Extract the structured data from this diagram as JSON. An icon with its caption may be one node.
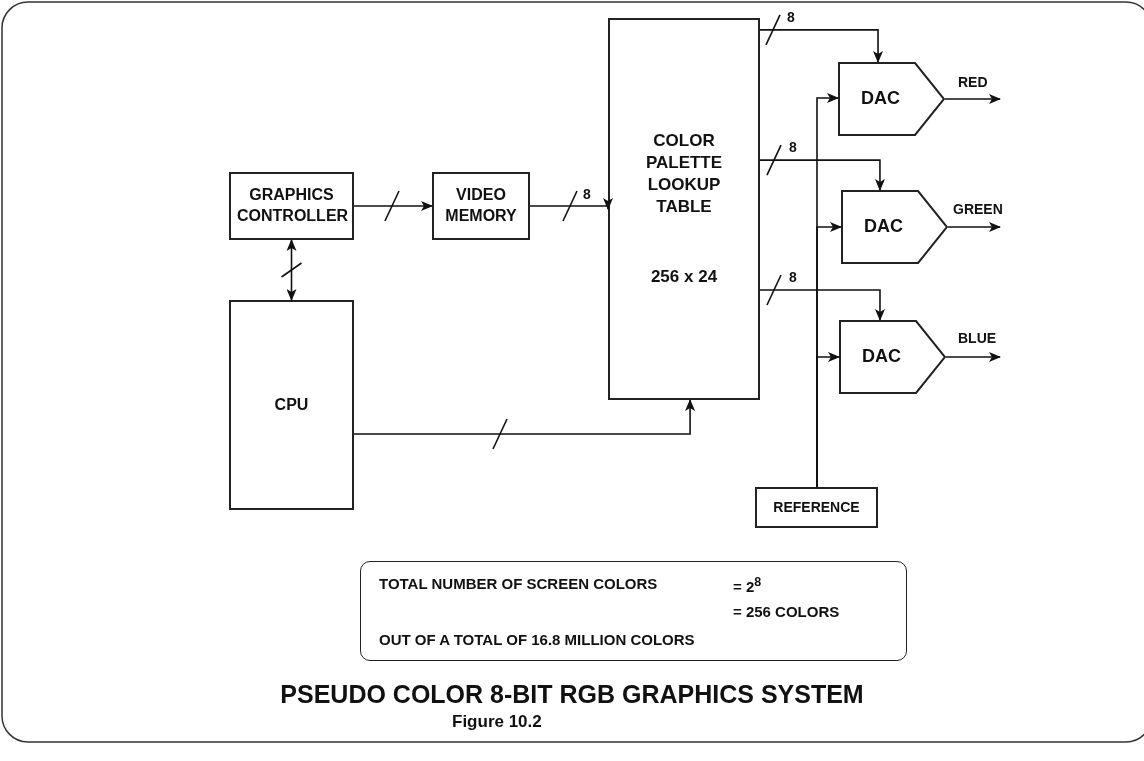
{
  "diagram": {
    "title": "PSEUDO COLOR 8-BIT RGB GRAPHICS SYSTEM",
    "caption": "Figure 10.2",
    "nodes": [
      {
        "text": [
          "GRAPHICS CONTROLLER"
        ]
      },
      {
        "text": [
          "VIDEO MEMORY"
        ]
      },
      {
        "text": [
          "COLOR PALETTE LOOKUP TABLE",
          "256 x 24"
        ]
      },
      {
        "text": [
          "CPU"
        ]
      },
      {
        "text": [
          "DAC"
        ]
      },
      {
        "text": [
          "DAC"
        ]
      },
      {
        "text": [
          "DAC"
        ]
      },
      {
        "text": [
          "REFERENCE"
        ]
      },
      {
        "text": [
          "TOTAL NUMBER OF SCREEN COLORS",
          "= 2$^{8}$",
          "= 256 COLORS",
          "OUT OF A TOTAL OF 16.8 MILLION COLORS"
        ]
      }
    ],
    "edges": [
      {
        "from": 0,
        "to": 1,
        "arrow": "to"
      },
      {
        "from": 1,
        "to": 2,
        "arrow": "to",
        "label": "8"
      },
      {
        "from": 0,
        "to": 3,
        "arrow": "both"
      },
      {
        "from": 3,
        "to": 2,
        "arrow": "to"
      },
      {
        "from": 2,
        "to": 4,
        "arrow": "to",
        "label": "8"
      },
      {
        "from": 2,
        "to": 5,
        "arrow": "to",
        "label": "8"
      },
      {
        "from": 2,
        "to": 6,
        "arrow": "to",
        "label": "8"
      },
      {
        "from": 7,
        "to": 4,
        "arrow": "to"
      },
      {
        "from": 7,
        "to": 5,
        "arrow": "to"
      },
      {
        "from": 7,
        "to": 6,
        "arrow": "to"
      },
      {
        "from": 4,
        "to": null,
        "arrow": "to",
        "label": "RED"
      },
      {
        "from": 5,
        "to": null,
        "arrow": "to",
        "label": "GREEN"
      },
      {
        "from": 6,
        "to": null,
        "arrow": "to",
        "label": "BLUE"
      }
    ]
  }
}
